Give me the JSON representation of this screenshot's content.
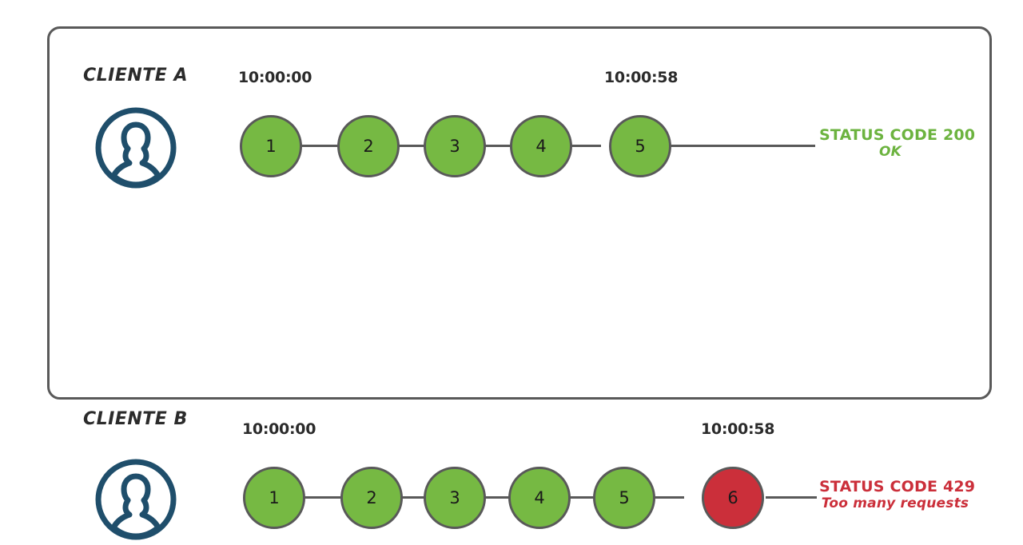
{
  "diagram": {
    "title": "API rate limiting comparison between two clients",
    "colors": {
      "node_ok": "#76b943",
      "node_error": "#cb2f3a",
      "node_stroke": "#595959",
      "frame": "#595959",
      "avatar": "#1f4e6b",
      "status_ok_text": "#6cb33f",
      "status_error_text": "#cb2f3a"
    },
    "rows": [
      {
        "client_label": "CLIENTE A",
        "avatar_icon": "user-avatar-icon",
        "time_start": "10:00:00",
        "time_end": "10:00:58",
        "nodes": [
          {
            "label": "1",
            "state": "ok"
          },
          {
            "label": "2",
            "state": "ok"
          },
          {
            "label": "3",
            "state": "ok"
          },
          {
            "label": "4",
            "state": "ok"
          },
          {
            "label": "5",
            "state": "ok"
          }
        ],
        "status": {
          "line1": "STATUS CODE 200",
          "line2": "OK"
        }
      },
      {
        "client_label": "CLIENTE B",
        "avatar_icon": "user-avatar-icon",
        "time_start": "10:00:00",
        "time_end": "10:00:58",
        "nodes": [
          {
            "label": "1",
            "state": "ok"
          },
          {
            "label": "2",
            "state": "ok"
          },
          {
            "label": "3",
            "state": "ok"
          },
          {
            "label": "4",
            "state": "ok"
          },
          {
            "label": "5",
            "state": "ok"
          },
          {
            "label": "6",
            "state": "error"
          }
        ],
        "status": {
          "line1": "STATUS CODE 429",
          "line2": "Too many requests"
        }
      }
    ]
  }
}
